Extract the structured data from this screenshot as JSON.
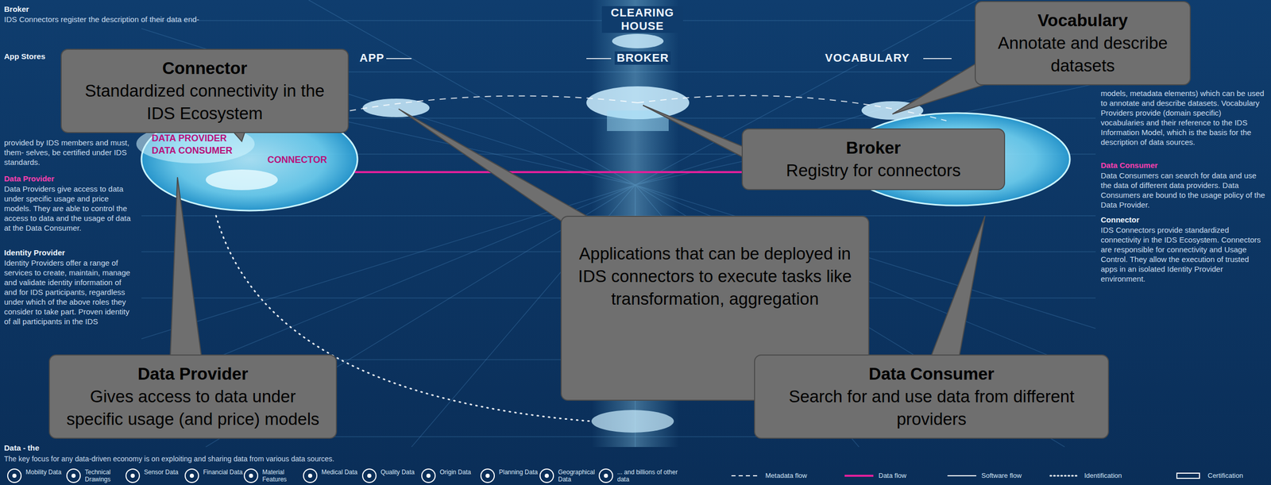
{
  "diagram": {
    "nodes": [
      {
        "text": [
          "Connector",
          "Standardized connectivity in the IDS Ecosystem"
        ]
      },
      {
        "text": [
          "Vocabulary",
          "Annotate and describe datasets"
        ]
      },
      {
        "text": [
          "Broker",
          "Registry for connectors"
        ]
      },
      {
        "text": [
          "Applications that can be deployed in IDS connectors to execute tasks like transformation, aggregation"
        ]
      },
      {
        "text": [
          "Data Provider",
          "Gives access to data under specific usage (and price) models"
        ]
      },
      {
        "text": [
          "Data Consumer",
          "Search for and use data from different providers"
        ]
      }
    ],
    "labels": [
      "CLEARING HOUSE",
      "BROKER",
      "VOCABULARY",
      "APP",
      "DATA PROVIDER",
      "DATA CONSUMER",
      "CONNECTOR",
      "Broker",
      "IDS Connectors register the description of their data end-",
      "App Stores",
      "provided by IDS members and must, them- selves, be certified under IDS standards.",
      "Data Provider",
      "Data Providers give access to data under specific usage and price models. They are able to control the access to data and the usage of data at the Data Consumer.",
      "Identity Provider",
      "Identity Providers offer a range of services to create, maintain, manage and validate identity information of and for IDS participants, regardless under which of the above roles they consider to take part. Proven identity of all participants in the IDS",
      "models, metadata elements) which can be used to annotate and describe datasets. Vocabulary Providers provide (domain specific) vocabularies and their reference to the IDS Information Model, which is the basis for the description of data sources.",
      "Data Consumer",
      "Data Consumers can search for data and use the data of different data providers. Data Consumers are bound to the usage policy of the Data Provider.",
      "Connector",
      "IDS Connectors provide standardized connectivity in the IDS Ecosystem. Connectors are responsible for connectivity and Usage Control. They allow the execution of trusted apps in an isolated Identity Provider environment.",
      "Data - the",
      "The key focus for any data-driven economy is on exploiting and sharing data from various data sources.",
      "Mobility Data",
      "Technical Drawings",
      "Sensor Data",
      "Financial Data",
      "Material Features",
      "Medical Data",
      "Quality Data",
      "Origin Data",
      "Planning Data",
      "Geographical Data",
      "... and billions of other data"
    ],
    "legend": [
      {
        "text": "Metadata flow"
      },
      {
        "text": "Data flow"
      },
      {
        "text": "Software flow"
      },
      {
        "text": "Identification"
      },
      {
        "text": "Certification"
      }
    ]
  }
}
